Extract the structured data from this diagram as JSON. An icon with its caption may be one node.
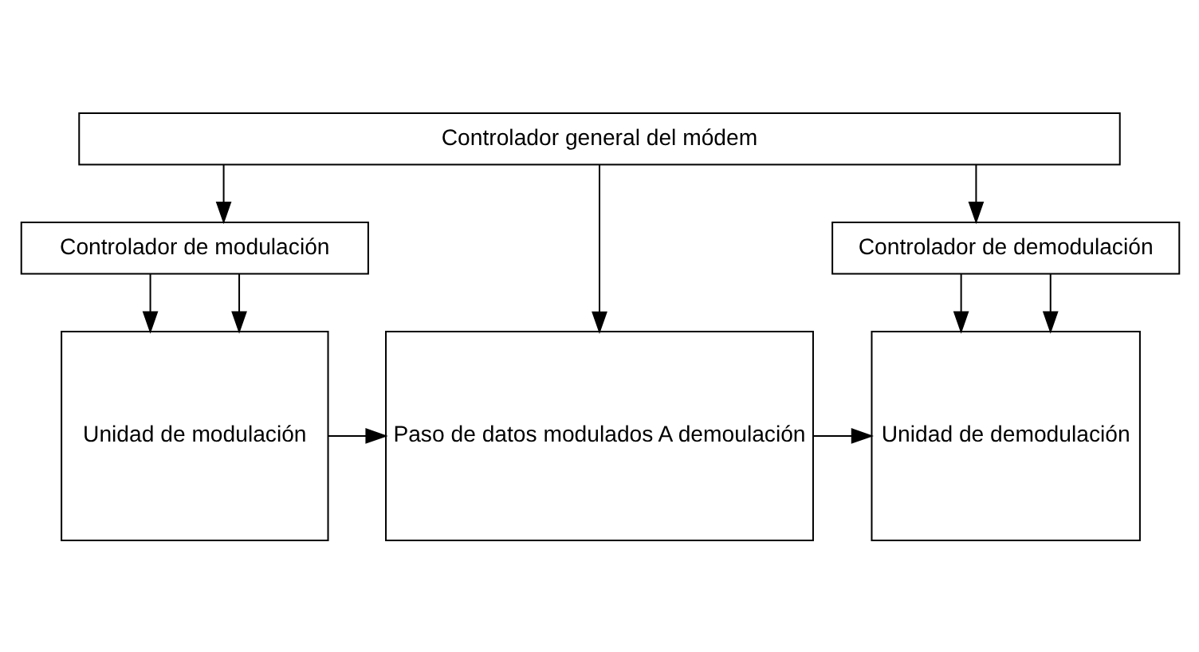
{
  "diagram": {
    "nodes": [
      {
        "text": [
          "Controlador general del módem"
        ]
      },
      {
        "text": [
          "Controlador de modulación"
        ]
      },
      {
        "text": [
          "Controlador de demodulación"
        ]
      },
      {
        "text": [
          "Unidad de modulación"
        ]
      },
      {
        "text": [
          "Paso de datos modulados A demoulación"
        ]
      },
      {
        "text": [
          "Unidad de demodulación"
        ]
      }
    ],
    "edges": [
      {
        "from": 0,
        "to": 1,
        "arrow": "to"
      },
      {
        "from": 0,
        "to": 4,
        "arrow": "to"
      },
      {
        "from": 0,
        "to": 2,
        "arrow": "to"
      },
      {
        "from": 1,
        "to": 3,
        "arrow": "to"
      },
      {
        "from": 1,
        "to": 3,
        "arrow": "to"
      },
      {
        "from": 2,
        "to": 5,
        "arrow": "to"
      },
      {
        "from": 2,
        "to": 5,
        "arrow": "to"
      },
      {
        "from": 3,
        "to": 4,
        "arrow": "to"
      },
      {
        "from": 4,
        "to": 5,
        "arrow": "to"
      }
    ]
  }
}
